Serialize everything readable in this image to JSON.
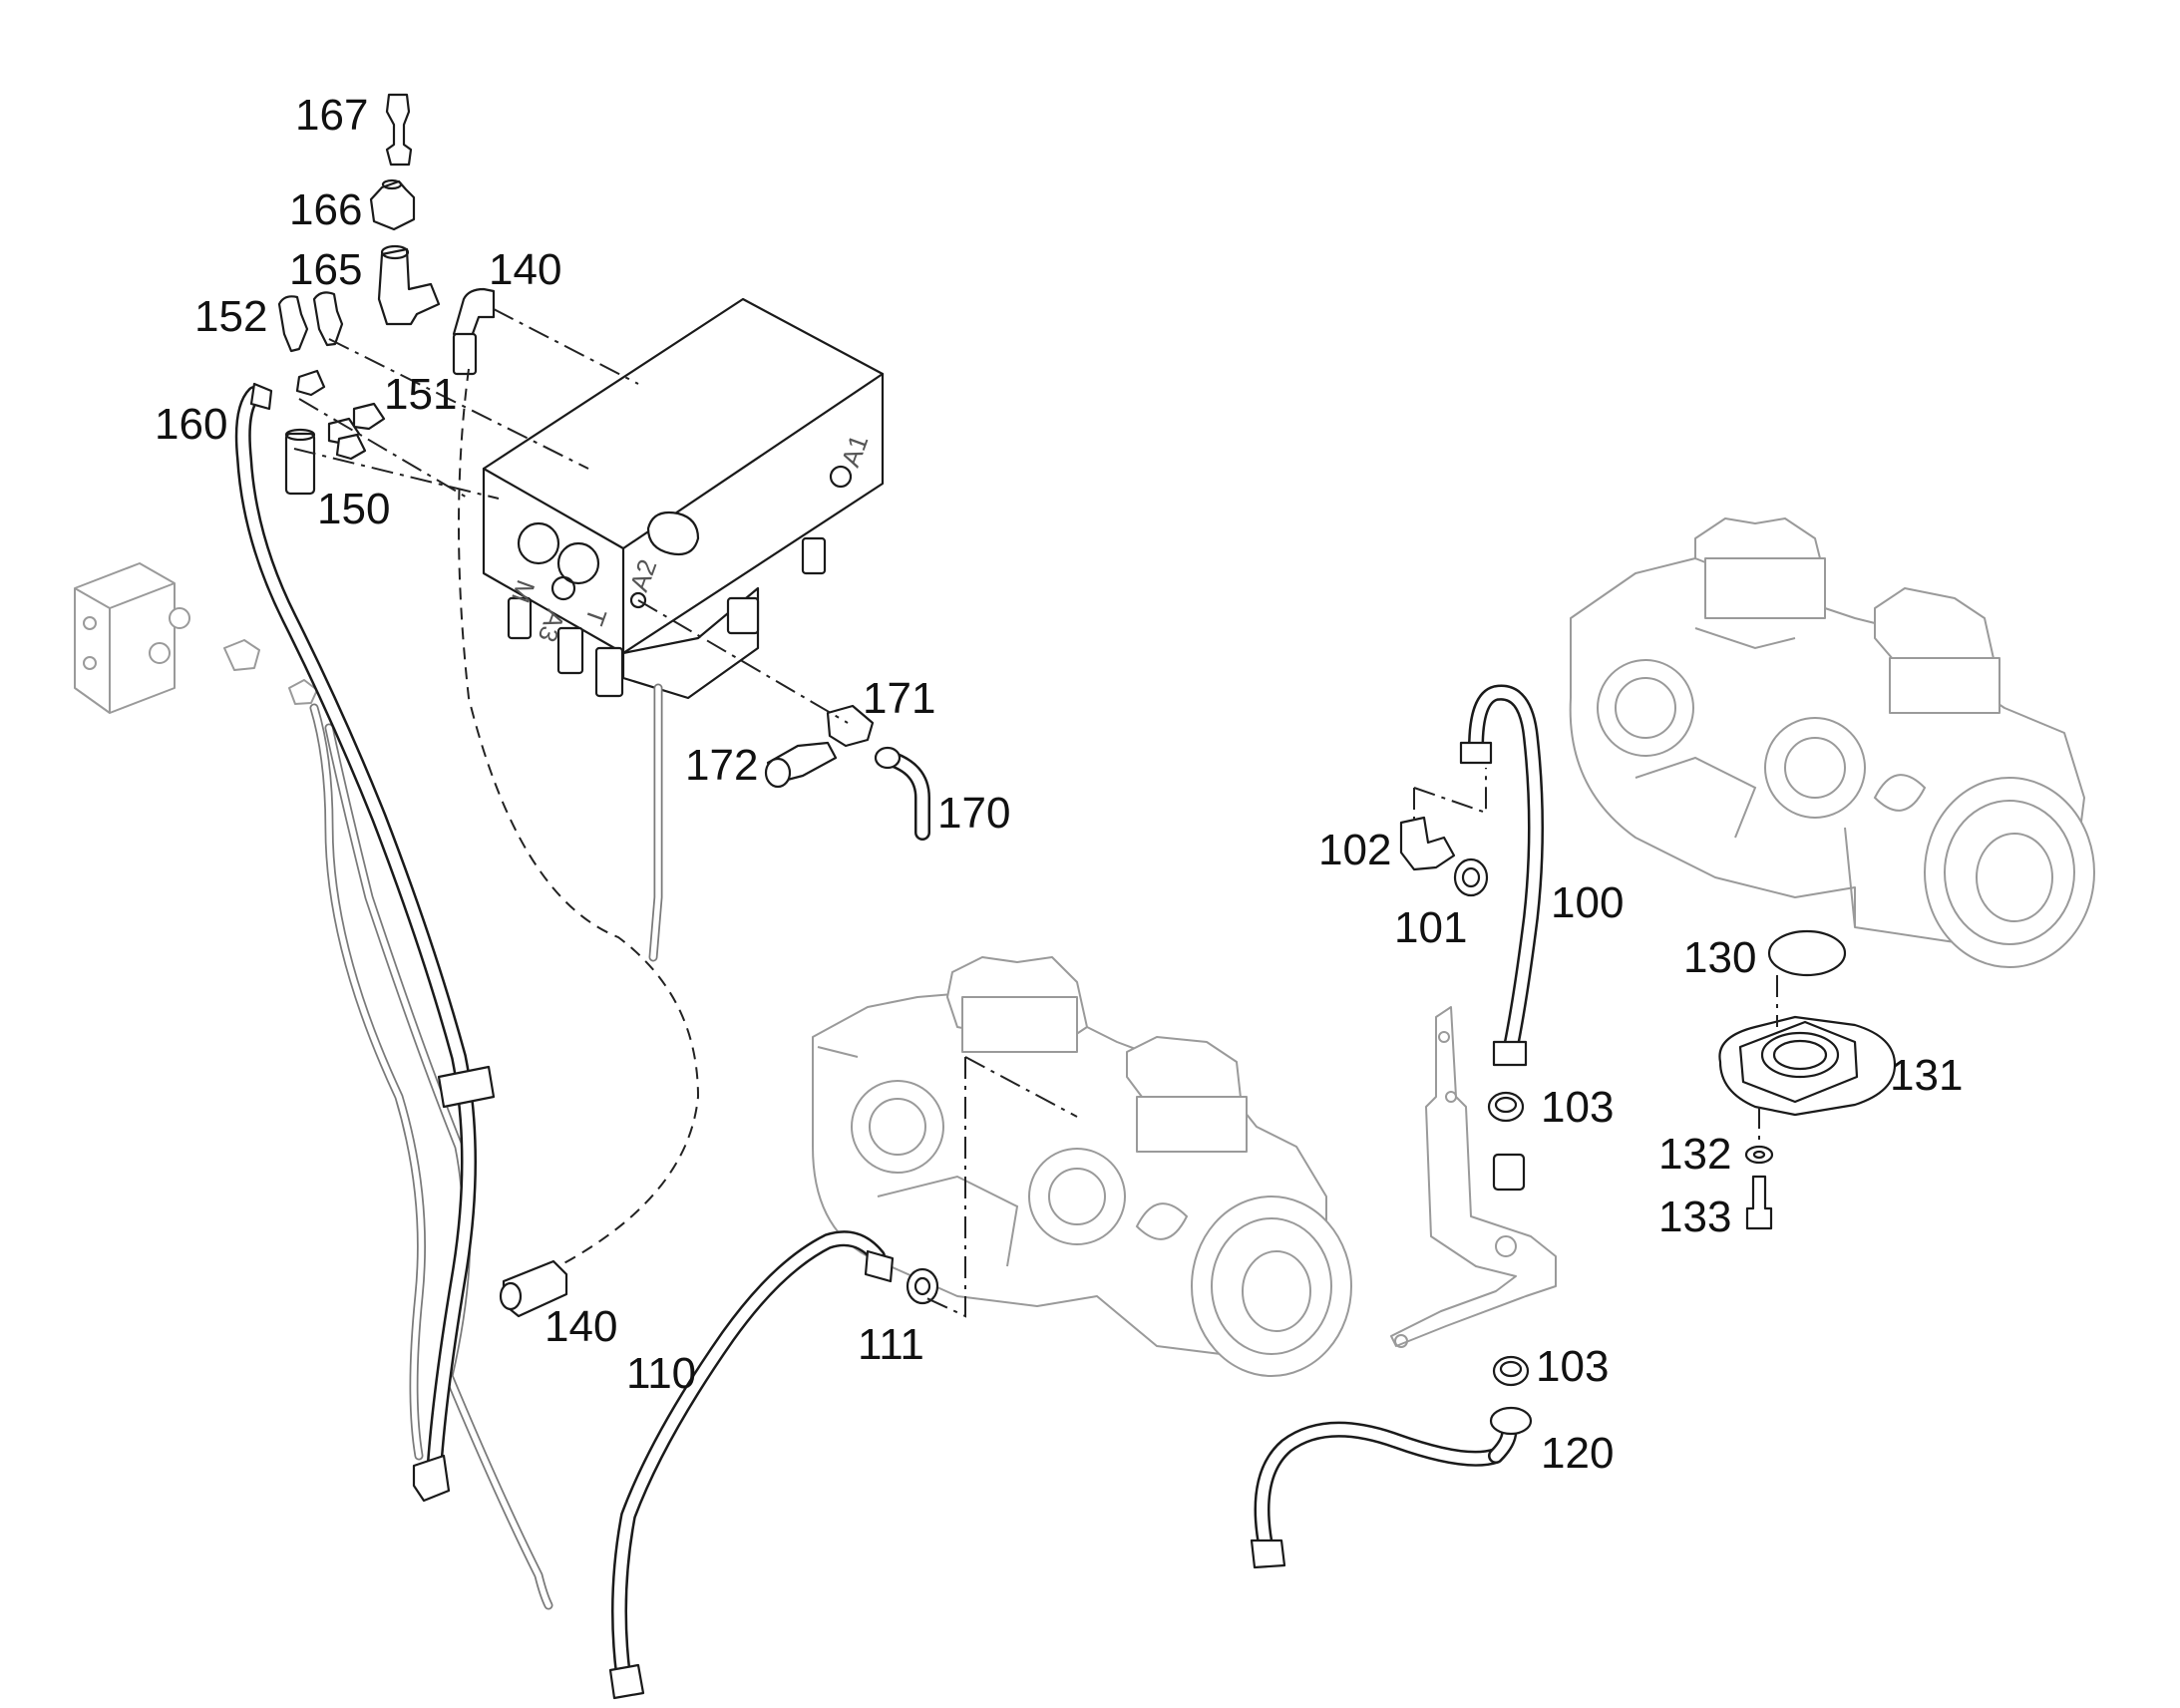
{
  "diagram": {
    "callouts": [
      {
        "id": "c167",
        "text": "167"
      },
      {
        "id": "c166",
        "text": "166"
      },
      {
        "id": "c165",
        "text": "165"
      },
      {
        "id": "c140a",
        "text": "140"
      },
      {
        "id": "c152",
        "text": "152"
      },
      {
        "id": "c151",
        "text": "151"
      },
      {
        "id": "c160",
        "text": "160"
      },
      {
        "id": "c150",
        "text": "150"
      },
      {
        "id": "c171",
        "text": "171"
      },
      {
        "id": "c172",
        "text": "172"
      },
      {
        "id": "c170",
        "text": "170"
      },
      {
        "id": "c102",
        "text": "102"
      },
      {
        "id": "c101",
        "text": "101"
      },
      {
        "id": "c100",
        "text": "100"
      },
      {
        "id": "c130",
        "text": "130"
      },
      {
        "id": "c131",
        "text": "131"
      },
      {
        "id": "c103a",
        "text": "103"
      },
      {
        "id": "c132",
        "text": "132"
      },
      {
        "id": "c133",
        "text": "133"
      },
      {
        "id": "c140b",
        "text": "140"
      },
      {
        "id": "c110",
        "text": "110"
      },
      {
        "id": "c111",
        "text": "111"
      },
      {
        "id": "c103b",
        "text": "103"
      },
      {
        "id": "c120",
        "text": "120"
      }
    ],
    "block_markings": {
      "a1": "A1",
      "a2": "A2",
      "a3": "A3",
      "m": "M",
      "t": "T"
    }
  }
}
